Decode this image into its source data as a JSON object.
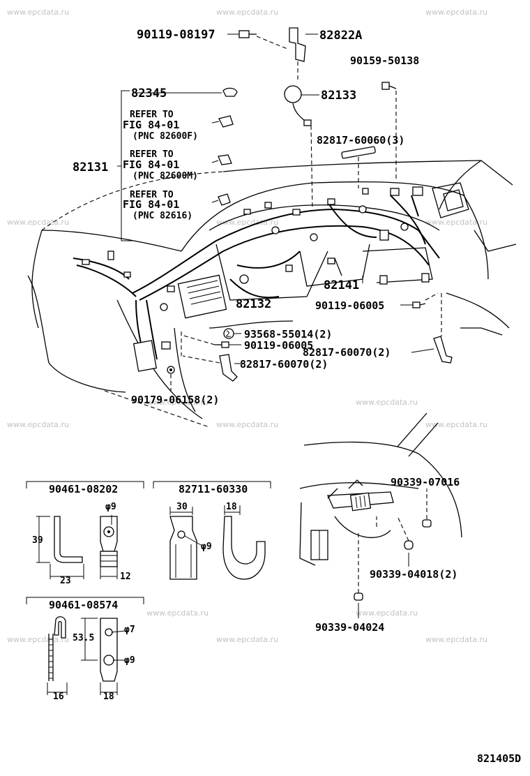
{
  "watermark": "www.epcdata.ru",
  "figure_code": "821405D",
  "main_labels": {
    "bolt_top": "90119-08197",
    "bracket_top": "82822A",
    "bolt_right": "90159-50138",
    "clamp_82345": "82345",
    "connector_82133": "82133",
    "refer1": "REFER TO",
    "fig1": "FIG 84-01",
    "pnc1": "(PNC 82600F)",
    "protector_top": "82817-60060(3)",
    "harness_82131": "82131",
    "refer2": "REFER TO",
    "fig2": "FIG 84-01",
    "pnc2": "(PNC 82600M)",
    "refer3": "REFER TO",
    "fig3": "FIG 84-01",
    "pnc3": "(PNC 82616)",
    "harness_82141": "82141",
    "harness_82132": "82132",
    "bolt_mid": "90119-06005",
    "grommet": "93568-55014(2)",
    "bolt_low": "90119-06005",
    "protector_right": "82817-60070(2)",
    "protector_left": "82817-60070(2)",
    "nut_bottom": "90179-06158(2)"
  },
  "detail_1": {
    "title": "90461-08202",
    "dim_h": "39",
    "dim_w": "23",
    "dim_hole": "φ9",
    "dim_width": "12"
  },
  "detail_2": {
    "title": "82711-60330",
    "dim_a": "30",
    "dim_b": "18",
    "dim_hole": "φ9"
  },
  "detail_3": {
    "title": "90461-08574",
    "dim_spacing": "53.5",
    "dim_hole1": "φ7",
    "dim_hole2": "φ9",
    "dim_w1": "16",
    "dim_w2": "18"
  },
  "detail_4": {
    "clip_a": "90339-07016",
    "clip_b": "90339-04018(2)",
    "clip_c": "90339-04024"
  }
}
